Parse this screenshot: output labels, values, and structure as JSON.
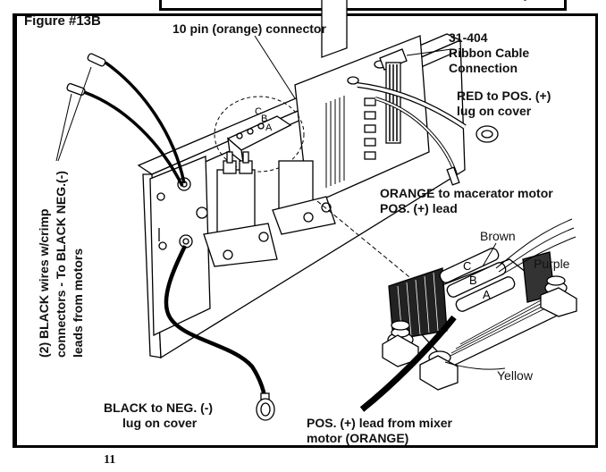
{
  "figure": {
    "title": "Figure #13B",
    "page_number": "11"
  },
  "callouts": {
    "ten_pin_connector": "10 pin (orange) connector",
    "ribbon_part_number": "31-404",
    "ribbon_line1": "Ribbon Cable",
    "ribbon_line2": "Connection",
    "red_line1": "RED to POS. (+)",
    "red_line2": "lug on cover",
    "orange_line1": "ORANGE to macerator motor",
    "orange_line2": "POS. (+) lead",
    "black_wires_line1": "(2) BLACK wires w/crimp",
    "black_wires_line2": "connectors - To BLACK NEG.(-)",
    "black_wires_line3": "leads from motors",
    "black_neg_line1": "BLACK to NEG. (-)",
    "black_neg_line2": "lug on cover",
    "mixer_line1": "POS. (+) lead from mixer",
    "mixer_line2": "motor (ORANGE)"
  },
  "wire_colors": {
    "brown": "Brown",
    "purple": "Purple",
    "yellow": "Yellow"
  },
  "terminal_letters": [
    "C",
    "B",
    "A"
  ]
}
